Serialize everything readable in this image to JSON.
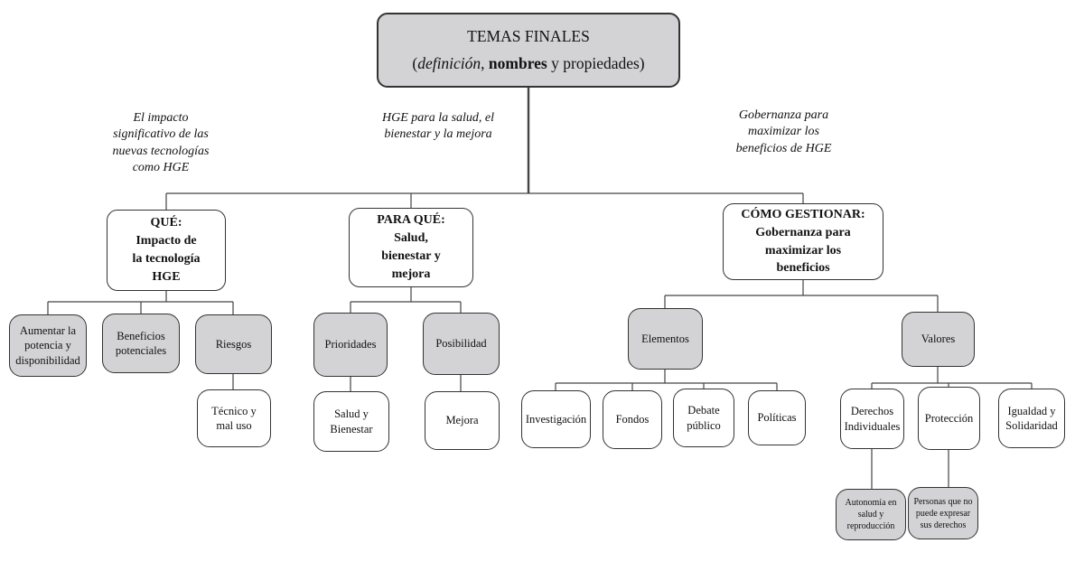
{
  "colors": {
    "box_fill_gray": "#d3d3d5",
    "box_fill_white": "#ffffff",
    "box_border": "#333333",
    "connector": "#444444",
    "text": "#111111",
    "background": "#ffffff"
  },
  "root": {
    "title": "TEMAS FINALES",
    "subtitle": {
      "open": "(",
      "italic": "definición",
      "sep": ", ",
      "bold": "nombres",
      "rest": " y propiedades)"
    }
  },
  "annotations": {
    "left": "El impacto\nsignificativo de las\nnuevas tecnologías\ncomo HGE",
    "center": "HGE para la salud, el\nbienestar y la mejora",
    "right": "Gobernanza para\nmaximizar los\nbeneficios de HGE"
  },
  "nodes": {
    "que": {
      "label": "QUÉ:\nImpacto de\nla tecnología\nHGE"
    },
    "para_que": {
      "label": "PARA QUÉ:\nSalud,\nbienestar y\nmejora"
    },
    "como": {
      "label": "CÓMO GESTIONAR:\nGobernanza para\nmaximizar los\nbeneficios"
    },
    "aumentar": {
      "label": "Aumentar la\npotencia y\ndisponibilidad"
    },
    "beneficios": {
      "label": "Beneficios\npotenciales"
    },
    "riesgos": {
      "label": "Riesgos"
    },
    "tecnico": {
      "label": "Técnico y\nmal uso"
    },
    "prioridades": {
      "label": "Prioridades"
    },
    "posibilidad": {
      "label": "Posibilidad"
    },
    "salud": {
      "label": "Salud y\nBienestar"
    },
    "mejora": {
      "label": "Mejora"
    },
    "elementos": {
      "label": "Elementos"
    },
    "investigacion": {
      "label": "Investigación"
    },
    "fondos": {
      "label": "Fondos"
    },
    "debate": {
      "label": "Debate\npúblico"
    },
    "politicas": {
      "label": "Políticas"
    },
    "valores": {
      "label": "Valores"
    },
    "derechos": {
      "label": "Derechos\nIndividuales"
    },
    "proteccion": {
      "label": "Protección"
    },
    "igualdad": {
      "label": "Igualdad y\nSolidaridad"
    },
    "autonomia": {
      "label": "Autonomía en\nsalud y\nreproducción"
    },
    "personas": {
      "label": "Personas que no\npuede expresar\nsus derechos"
    }
  }
}
